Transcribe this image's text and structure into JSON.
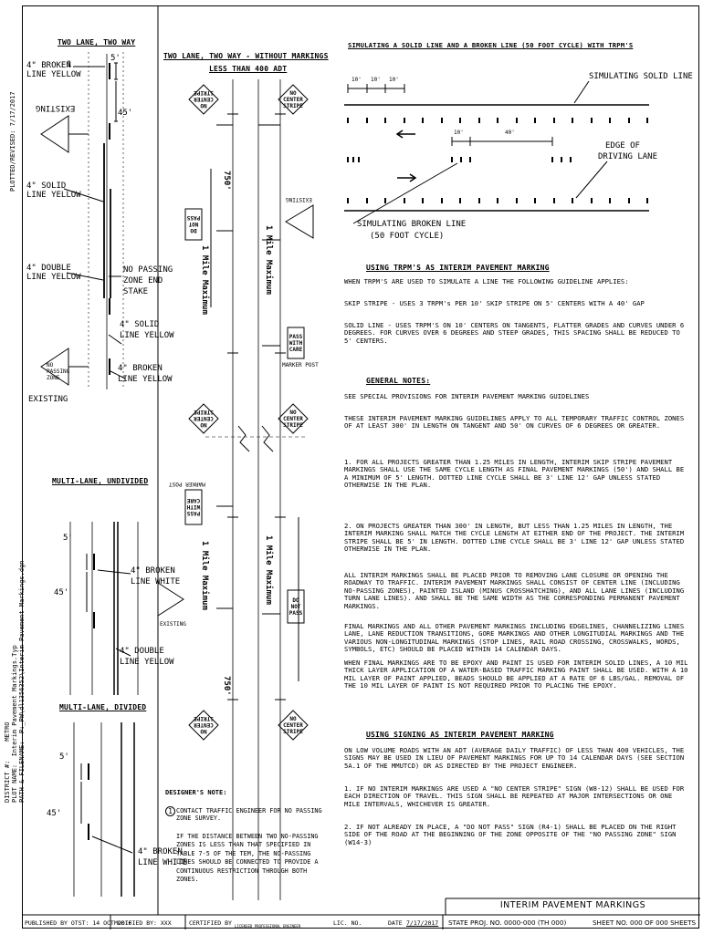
{
  "side_text": {
    "plotted": "PLOTTED/REVISED: 7/17/2017",
    "district": "DISTRICT #:     METRO",
    "plot_name": "PLOT NAME:  Interim Pavement Markings.Typ",
    "path": "PATH & FILENAME:  P:_PW\\dl1356352\\Interim Pavement Markings.dgn"
  },
  "left": {
    "two_lane_title": "TWO LANE, TWO WAY",
    "broken_yellow_top": "4\" BROKEN",
    "broken_yellow_top_2": "LINE YELLOW",
    "circle_1": "1",
    "dim_5": "5'",
    "dim_45": "45'",
    "existing_top": "EXISTING",
    "solid_yellow": "4\" SOLID",
    "solid_yellow_2": "LINE YELLOW",
    "double_yellow": "4\" DOUBLE",
    "double_yellow_2": "LINE YELLOW",
    "no_passing_end": "NO PASSING",
    "no_passing_end_2": "ZONE END",
    "no_passing_end_3": "STAKE",
    "solid_yellow_b": "4\" SOLID",
    "solid_yellow_b2": "LINE YELLOW",
    "broken_yellow_b": "4\" BROKEN",
    "broken_yellow_b2": "LINE YELLOW",
    "existing_bottom": "EXISTING",
    "npz_sign": "NO PASSING ZONE",
    "multi_undivided_title": "MULTI-LANE, UNDIVIDED",
    "mu_dim_5": "5'",
    "mu_dim_45": "45'",
    "mu_broken_white": "4\" BROKEN",
    "mu_broken_white_2": "LINE WHITE",
    "mu_double_yellow": "4\" DOUBLE",
    "mu_double_yellow_2": "LINE YELLOW",
    "multi_divided_title": "MULTI-LANE, DIVIDED",
    "md_dim_5": "5'",
    "md_dim_45": "45'",
    "md_broken_white": "4\" BROKEN",
    "md_broken_white_2": "LINE WHITE"
  },
  "middle": {
    "title": "TWO LANE, TWO WAY - WITHOUT MARKINGS",
    "subtitle": "LESS THAN 400 ADT",
    "no_center_stripe": "NO CENTER STRIPE",
    "do_not_pass": "DO NOT PASS",
    "pass_with_care": "PASS WITH CARE",
    "marker_post": "MARKER POST",
    "existing": "EXISTING",
    "mile_max": "1 Mile Maximum",
    "dim_750": "750'",
    "designers_note_title": "DESIGNER'S NOTE:",
    "designers_note_1": "CONTACT TRAFFIC ENGINEER FOR NO PASSING ZONE SURVEY.",
    "designers_note_2": "IF THE DISTANCE BETWEEN TWO NO-PASSING ZONES IS LESS THAN THAT SPECIFIED IN TABLE 7-5 OF THE TEM, THE NO-PASSING LINES SHOULD BE CONNECTED TO PROVIDE A CONTINUOUS RESTRICTION THROUGH BOTH ZONES.",
    "note_circle": "1"
  },
  "right": {
    "sim_title": "SIMULATING A SOLID LINE AND A BROKEN LINE (50 FOOT CYCLE) WITH TRPM'S",
    "dim_10a": "10'",
    "dim_10b": "10'",
    "dim_10c": "10'",
    "simulating_solid": "SIMULATING SOLID LINE",
    "dim_10d": "10'",
    "dim_40": "40'",
    "edge_of_lane": "EDGE OF",
    "edge_of_lane_2": "DRIVING LANE",
    "simulating_broken": "SIMULATING BROKEN LINE",
    "simulating_broken_2": "(50 FOOT CYCLE)",
    "trpm_title": "USING TRPM'S AS INTERIM PAVEMENT MARKING",
    "trpm_p1": "WHEN TRPM'S ARE USED TO SIMULATE A LINE THE FOLLOWING GUIDELINE APPLIES:",
    "trpm_p2": "SKIP STRIPE - USES 3 TRPM's PER 10' SKIP STRIPE ON 5' CENTERS WITH A 40' GAP",
    "trpm_p3": "SOLID LINE - USES TRPM'S ON 10' CENTERS ON TANGENTS, FLATTER GRADES AND CURVES UNDER 6 DEGREES. FOR CURVES OVER 6 DEGREES AND STEEP GRADES, THIS SPACING SHALL BE REDUCED TO 5' CENTERS.",
    "general_title": "GENERAL NOTES:",
    "g1": "SEE SPECIAL PROVISIONS FOR INTERIM PAVEMENT MARKING GUIDELINES",
    "g2": "THESE INTERIM PAVEMENT MARKING GUIDELINES APPLY TO ALL TEMPORARY TRAFFIC CONTROL ZONES OF AT LEAST 300' IN LENGTH ON TANGENT AND 50' ON CURVES OF 6 DEGREES OR GREATER.",
    "g3": "1.  FOR ALL PROJECTS GREATER THAN 1.25 MILES IN LENGTH, INTERIM SKIP STRIPE PAVEMENT MARKINGS SHALL USE THE SAME CYCLE LENGTH AS FINAL PAVEMENT MARKINGS (50') AND SHALL BE A MINIMUM OF 5' LENGTH. DOTTED LINE CYCLE SHALL BE 3' LINE 12' GAP UNLESS STATED OTHERWISE IN THE PLAN.",
    "g4": "2.  ON PROJECTS GREATER THAN 300' IN LENGTH, BUT LESS THAN 1.25 MILES IN LENGTH, THE INTERIM MARKING SHALL MATCH THE CYCLE LENGTH AT EITHER END OF THE PROJECT. THE INTERIM STRIPE SHALL BE 5' IN LENGTH. DOTTED LINE CYCLE SHALL BE 3' LINE 12' GAP UNLESS STATED OTHERWISE IN THE PLAN.",
    "g5": "ALL INTERIM MARKINGS SHALL BE PLACED PRIOR TO REMOVING LANE CLOSURE OR OPENING THE ROADWAY TO TRAFFIC. INTERIM PAVEMENT MARKINGS SHALL CONSIST OF CENTER LINE (INCLUDING NO-PASSING ZONES), PAINTED ISLAND (MINUS CROSSHATCHING), AND ALL LANE LINES (INCLUDING TURN LANE LINES). AND SHALL BE THE SAME WIDTH AS THE CORRESPONDING PERMANENT PAVEMENT MARKINGS.",
    "g6": "FINAL MARKINGS AND ALL OTHER PAVEMENT MARKINGS INCLUDING EDGELINES, CHANNELIZING LINES LANE, LANE REDUCTION TRANSITIONS, GORE MARKINGS AND OTHER LONGITUDIAL MARKINGS AND THE VARIOUS NON-LONGITUDINAL MARKINGS (STOP LINES, RAIL ROAD CROSSING, CROSSWALKS, WORDS, SYMBOLS, ETC) SHOULD BE PLACED WITHIN 14 CALENDAR DAYS.",
    "g7": "WHEN FINAL MARKINGS ARE TO BE EPOXY AND PAINT IS USED FOR INTERIM SOLID LINES, A 10 MIL THICK LAYER APPLICATION OF A WATER-BASED TRAFFIC MARKING PAINT SHALL BE USED. WITH A 10 MIL LAYER OF PAINT APPLIED, BEADS SHOULD BE APPLIED AT A RATE OF 6 LBS/GAL. REMOVAL OF THE 10 MIL LAYER OF PAINT IS NOT REQUIRED PRIOR TO PLACING THE EPOXY.",
    "signing_title": "USING SIGNING AS INTERIM PAVEMENT MARKING",
    "s1": "ON LOW VOLUME ROADS WITH AN ADT (AVERAGE DAILY TRAFFIC) OF LESS THAN 400 VEHICLES, THE SIGNS MAY BE USED IN LIEU OF PAVEMENT MARKINGS FOR UP TO 14 CALENDAR DAYS (SEE SECTION 5A.1 OF THE MMUTCD) OR AS DIRECTED BY THE PROJECT ENGINEER.",
    "s2": "1.  IF NO INTERIM MARKINGS ARE USED A \"NO CENTER STRIPE\" SIGN (W8-12) SHALL BE USED FOR EACH DIRECTION OF TRAVEL. THIS SIGN SHALL BE REPEATED AT MAJOR INTERSECTIONS OR ONE MILE INTERVALS, WHICHEVER IS GREATER.",
    "s3": "2.  IF NOT ALREADY IN PLACE, A \"DO NOT PASS\" SIGN (R4-1) SHALL BE PLACED ON THE RIGHT SIDE OF THE ROAD AT THE BEGINNING OF THE ZONE OPPOSITE OF THE \"NO PASSING ZONE\" SIGN (W14-3)"
  },
  "title_block": {
    "sheet_title": "INTERIM PAVEMENT MARKINGS",
    "published": "PUBLISHED BY OTST: 14 OCT 2016",
    "modified": "MODIFIED BY: XXX",
    "certified": "CERTIFIED BY",
    "licensed": "LICENSED PROFESSIONAL ENGINEER",
    "lic_no": "LIC. NO.",
    "date_label": "DATE",
    "date_value": "7/17/2017",
    "state_proj": "STATE PROJ. NO. 0000-000 (TH 000)",
    "sheet_no": "SHEET NO. 000 OF 000 SHEETS"
  }
}
